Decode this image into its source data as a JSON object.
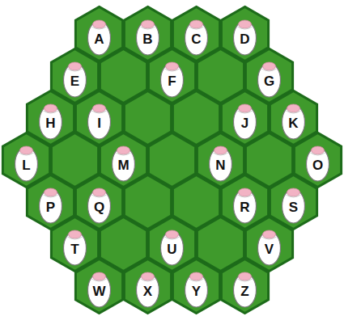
{
  "diagram": {
    "labels": [
      "A",
      "B",
      "C",
      "D",
      "E",
      "F",
      "G",
      "H",
      "I",
      "J",
      "K",
      "L",
      "M",
      "N",
      "O",
      "P",
      "Q",
      "R",
      "S",
      "T",
      "U",
      "V",
      "W",
      "X",
      "Y",
      "Z"
    ]
  }
}
